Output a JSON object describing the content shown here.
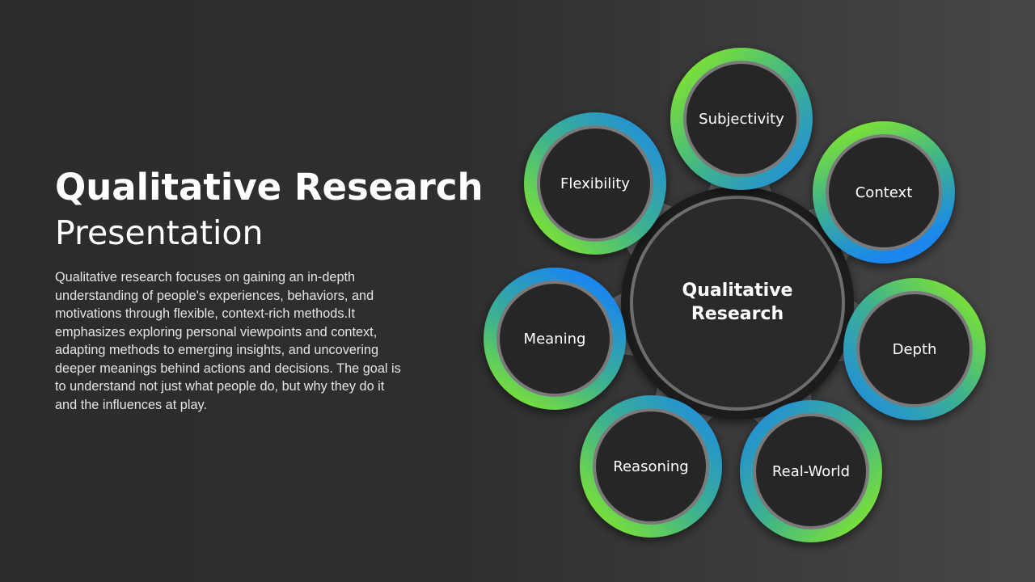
{
  "slide": {
    "title_bold": "Qualitative Research",
    "title_light": "Presentation",
    "description": "Qualitative research focuses on gaining an in-depth understanding of people's experiences, behaviors, and motivations through flexible, context-rich methods.It emphasizes exploring personal viewpoints and context, adapting methods to emerging insights, and uncovering deeper meanings behind actions and decisions. The goal is to understand not just what people do, but why they do it and the influences at play."
  },
  "diagram": {
    "center": {
      "line1": "Qualitative",
      "line2": "Research"
    },
    "nodes": [
      {
        "label": "Subjectivity"
      },
      {
        "label": "Context"
      },
      {
        "label": "Depth"
      },
      {
        "label": "Real-World"
      },
      {
        "label": "Reasoning"
      },
      {
        "label": "Meaning"
      },
      {
        "label": "Flexibility"
      }
    ],
    "colors": {
      "green": "#8ff01a",
      "blue": "#1a86ee",
      "node_fill": "#262626",
      "connector": "#6c6c6c"
    }
  }
}
